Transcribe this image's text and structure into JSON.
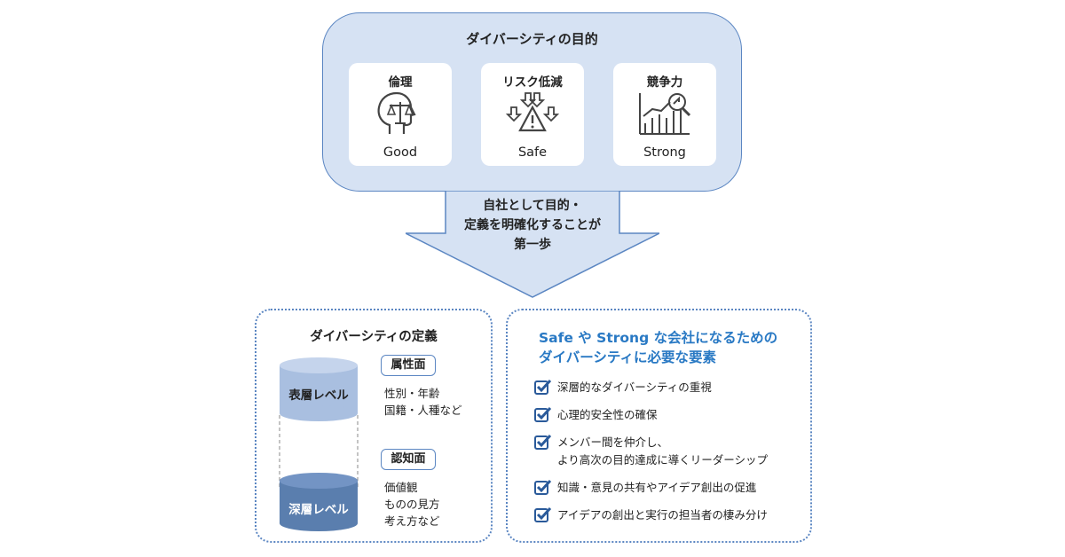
{
  "purpose": {
    "title": "ダイバーシティの目的",
    "cards": [
      {
        "heading": "倫理",
        "icon": "head-scales-icon",
        "subtitle": "Good"
      },
      {
        "heading": "リスク低減",
        "icon": "warning-arrows-icon",
        "subtitle": "Safe"
      },
      {
        "heading": "競争力",
        "icon": "growth-chart-magnifier-icon",
        "subtitle": "Strong"
      }
    ]
  },
  "arrow": {
    "lines": [
      "自社として目的・",
      "定義を明確化することが",
      "第一歩"
    ]
  },
  "definition": {
    "title": "ダイバーシティの定義",
    "surface_label": "表層レベル",
    "deep_label": "深層レベル",
    "attribute_tag": "属性面",
    "attribute_lines": [
      "性別・年齢",
      "国籍・人種など"
    ],
    "cognitive_tag": "認知面",
    "cognitive_lines": [
      "価値観",
      "ものの見方",
      "考え方など"
    ]
  },
  "requirements": {
    "title_lines": [
      "Safe や Strong な会社になるための",
      "ダイバーシティに必要な要素"
    ],
    "items": [
      [
        "深層的なダイバーシティの重視"
      ],
      [
        "心理的安全性の確保"
      ],
      [
        "メンバー間を仲介し、",
        "より高次の目的達成に導くリーダーシップ"
      ],
      [
        "知識・意見の共有やアイデア創出の促進"
      ],
      [
        "アイデアの創出と実行の担当者の棲み分け"
      ]
    ]
  },
  "colors": {
    "accent": "#2979c4",
    "border": "#5b86c2",
    "panel": "#d6e2f3",
    "surface_cylinder": "#a9bfe0",
    "deep_cylinder": "#5a7eae"
  }
}
